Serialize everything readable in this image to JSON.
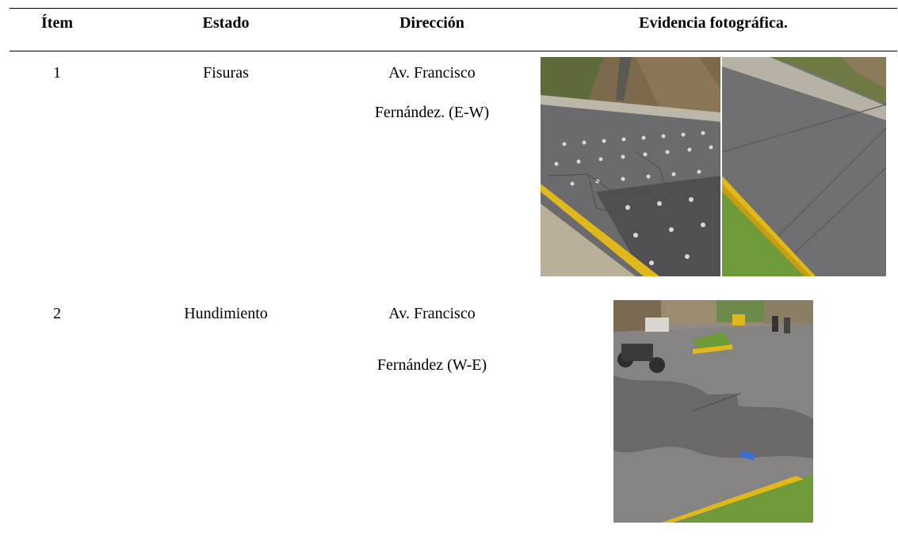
{
  "table": {
    "headers": {
      "item": "Ítem",
      "estado": "Estado",
      "direccion": "Dirección",
      "evidencia": "Evidencia fotográfica."
    },
    "rows": [
      {
        "item": "1",
        "estado": "Fisuras",
        "direccion_line1": "Av. Francisco",
        "direccion_line2": "Fernández. (E-W)",
        "photos": [
          "cracked-asphalt-photo",
          "road-edge-photo"
        ]
      },
      {
        "item": "2",
        "estado": "Hundimiento",
        "direccion_line1": "Av. Francisco",
        "direccion_line2": "Fernández (W-E)",
        "photos": [
          "sunken-pavement-photo"
        ]
      }
    ]
  },
  "colors": {
    "asphalt": "#6e6e6e",
    "curb_yellow": "#e0b81a",
    "grass": "#6f9a3a",
    "hillside": "#7d6a4c"
  }
}
